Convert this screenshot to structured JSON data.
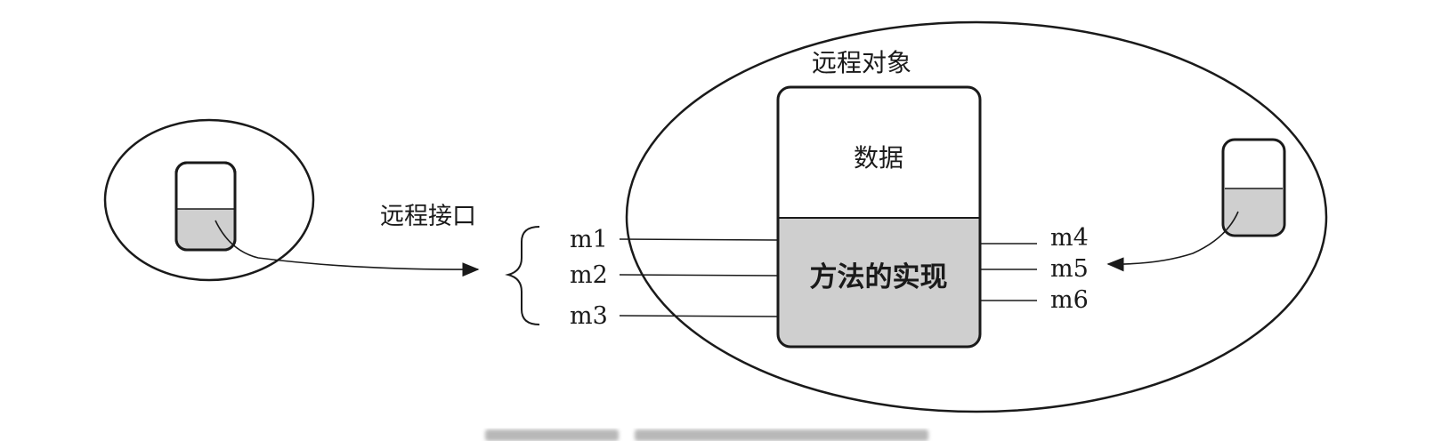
{
  "labels": {
    "remote_object": "远程对象",
    "data": "数据",
    "method_impl": "方法的实现",
    "remote_interface": "远程接口",
    "methods_left": [
      "m1",
      "m2",
      "m3"
    ],
    "methods_right": [
      "m4",
      "m5",
      "m6"
    ]
  },
  "colors": {
    "stroke": "#1a1a1a",
    "shaded_fill": "#cfcfcf",
    "background": "#ffffff"
  }
}
